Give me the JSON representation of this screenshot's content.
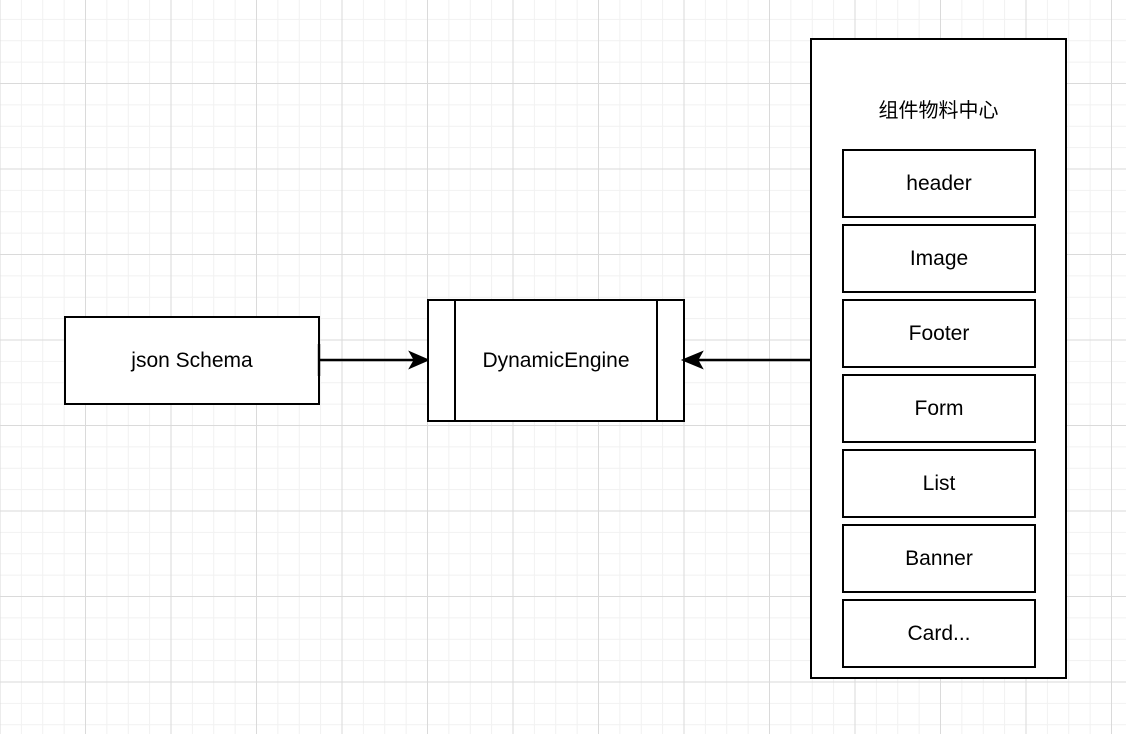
{
  "diagram": {
    "type": "flowchart",
    "background": "grid",
    "nodes": [
      {
        "id": "json-schema",
        "label": "json Schema",
        "shape": "rectangle"
      },
      {
        "id": "dynamic-engine",
        "label": "DynamicEngine",
        "shape": "predefined-process"
      },
      {
        "id": "material-center",
        "label": "组件物料中心",
        "shape": "container"
      }
    ],
    "edges": [
      {
        "from": "json-schema",
        "to": "dynamic-engine",
        "arrow": "right"
      },
      {
        "from": "material-center",
        "to": "dynamic-engine",
        "arrow": "left"
      }
    ]
  },
  "json_schema_node": {
    "label": "json Schema"
  },
  "dynamic_engine_node": {
    "label": "DynamicEngine"
  },
  "material_center": {
    "title": "组件物料中心",
    "components": [
      {
        "label": "header"
      },
      {
        "label": "Image"
      },
      {
        "label": "Footer"
      },
      {
        "label": "Form"
      },
      {
        "label": "List"
      },
      {
        "label": "Banner"
      },
      {
        "label": "Card..."
      }
    ]
  },
  "colors": {
    "stroke": "#000000",
    "fill": "#ffffff",
    "grid_minor": "#f1f1f1",
    "grid_major": "#dadada",
    "text": "#000000"
  }
}
